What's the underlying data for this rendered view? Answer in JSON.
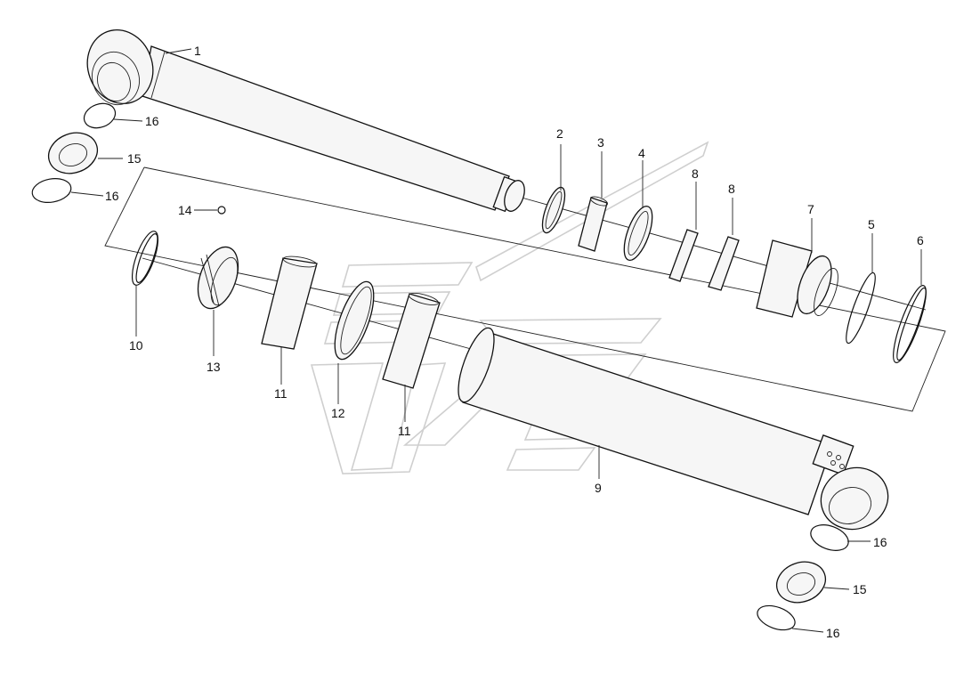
{
  "diagram": {
    "type": "exploded-parts-view",
    "callouts": [
      {
        "id": "c1",
        "label": "1"
      },
      {
        "id": "c2",
        "label": "2"
      },
      {
        "id": "c3",
        "label": "3"
      },
      {
        "id": "c4",
        "label": "4"
      },
      {
        "id": "c5",
        "label": "5"
      },
      {
        "id": "c6",
        "label": "6"
      },
      {
        "id": "c7",
        "label": "7"
      },
      {
        "id": "c8a",
        "label": "8"
      },
      {
        "id": "c8b",
        "label": "8"
      },
      {
        "id": "c9",
        "label": "9"
      },
      {
        "id": "c10",
        "label": "10"
      },
      {
        "id": "c11a",
        "label": "11"
      },
      {
        "id": "c11b",
        "label": "11"
      },
      {
        "id": "c12",
        "label": "12"
      },
      {
        "id": "c13",
        "label": "13"
      },
      {
        "id": "c14",
        "label": "14"
      },
      {
        "id": "c15a",
        "label": "15"
      },
      {
        "id": "c15b",
        "label": "15"
      },
      {
        "id": "c16a",
        "label": "16"
      },
      {
        "id": "c16b",
        "label": "16"
      },
      {
        "id": "c16c",
        "label": "16"
      },
      {
        "id": "c16d",
        "label": "16"
      }
    ]
  },
  "colors": {
    "line": "#111111",
    "watermark": "#cfcfcf",
    "background": "#ffffff"
  }
}
